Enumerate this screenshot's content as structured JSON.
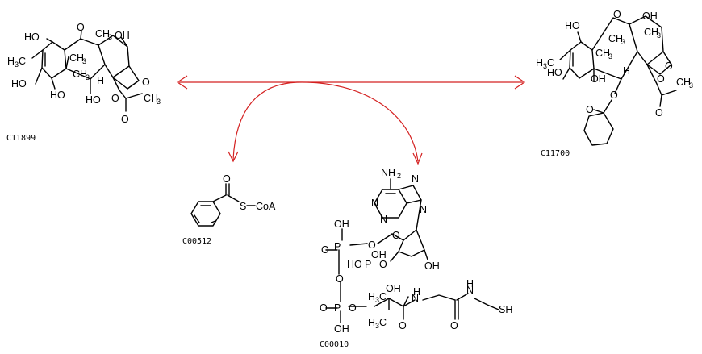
{
  "compounds": {
    "c11899": {
      "id": "C11899"
    },
    "c11700": {
      "id": "C11700"
    },
    "c00512": {
      "id": "C00512"
    },
    "c00010": {
      "id": "C00010"
    }
  },
  "labels": {
    "ho": "HO",
    "oh": "OH",
    "o": "O",
    "h": "H",
    "me": "CH",
    "sub3": "3",
    "h3c": "H",
    "ch3_2": "CH",
    "s_coa": "S",
    "coa": "CoA",
    "nh2": "NH",
    "sub2": "2",
    "n": "N",
    "p": "P",
    "sh": "SH"
  },
  "colors": {
    "reaction_arrow": "#d42020",
    "bond": "#000000"
  }
}
